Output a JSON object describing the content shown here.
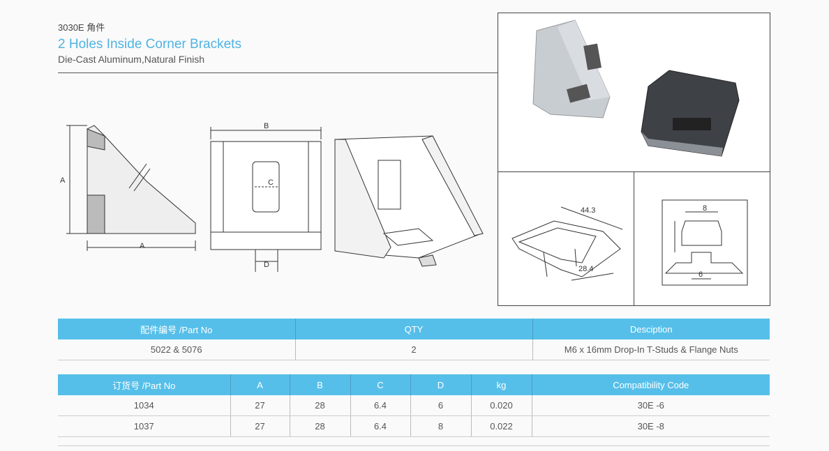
{
  "header": {
    "category": "3030E 角件",
    "title": "2 Holes Inside Corner Brackets",
    "subtitle": "Die-Cast Aluminum,Natural Finish"
  },
  "drawing_labels": {
    "a": "A",
    "b": "B",
    "c": "C",
    "d": "D",
    "dim_44": "44.3",
    "dim_28": "28.4",
    "dim_8": "8",
    "dim_6": "6"
  },
  "table1": {
    "headers": [
      "配件编号 /Part No",
      "QTY",
      "Desciption"
    ],
    "rows": [
      [
        "5022 & 5076",
        "2",
        "M6 x 16mm Drop-In T-Studs & Flange Nuts"
      ]
    ]
  },
  "table2": {
    "headers": [
      "订货号 /Part No",
      "A",
      "B",
      "C",
      "D",
      "kg",
      "Compatibility Code"
    ],
    "rows": [
      [
        "1034",
        "27",
        "28",
        "6.4",
        "6",
        "0.020",
        "30E -6"
      ],
      [
        "1037",
        "27",
        "28",
        "6.4",
        "8",
        "0.022",
        "30E -8"
      ]
    ]
  }
}
